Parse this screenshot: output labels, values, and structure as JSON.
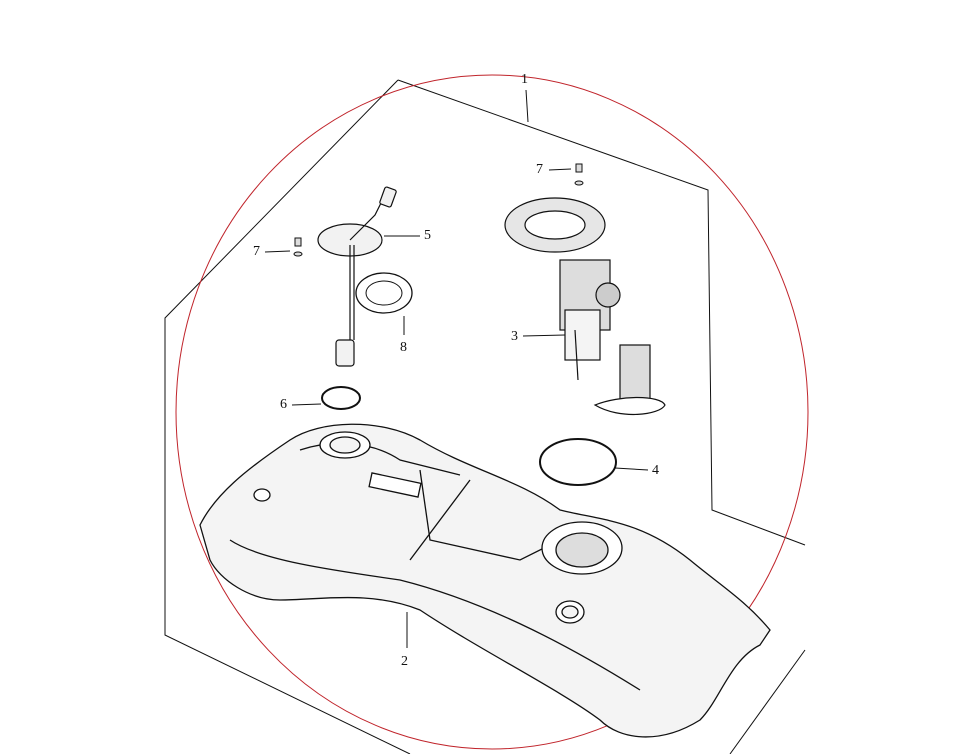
{
  "diagram": {
    "callouts": [
      {
        "number": "1",
        "part": "assembly"
      },
      {
        "number": "2",
        "part": "fuel-tank"
      },
      {
        "number": "3",
        "part": "fuel-pump-module"
      },
      {
        "number": "4",
        "part": "pump-seal-ring"
      },
      {
        "number": "5",
        "part": "fuel-level-sender"
      },
      {
        "number": "6",
        "part": "sender-o-ring"
      },
      {
        "number": "7",
        "part": "screw"
      },
      {
        "number": "7",
        "part": "screw"
      },
      {
        "number": "8",
        "part": "sender-gasket"
      }
    ],
    "colors": {
      "outline": "#111111",
      "circle": "#c0242b",
      "tank_fill": "#f4f4f4"
    }
  }
}
